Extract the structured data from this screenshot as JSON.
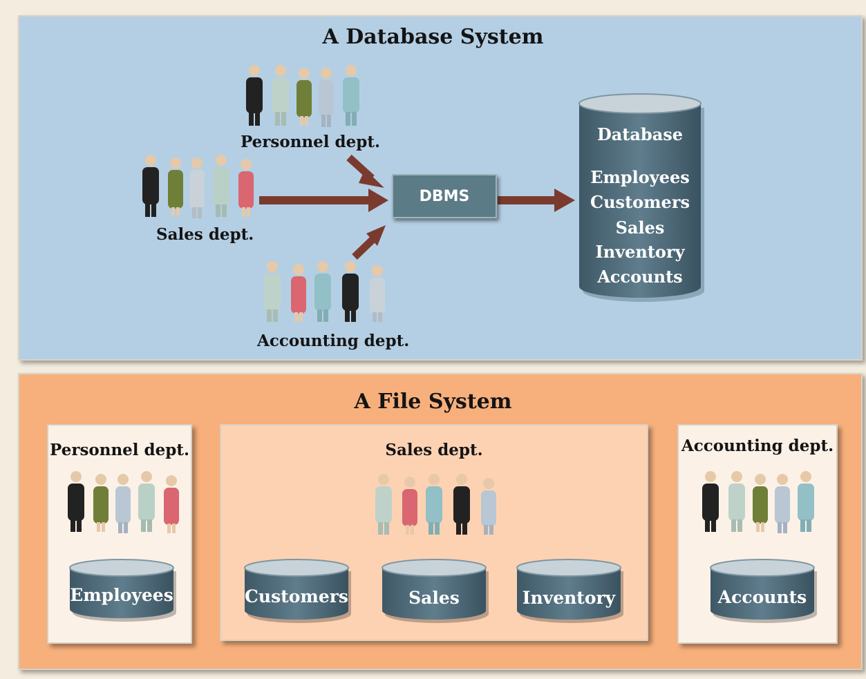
{
  "database_system": {
    "title": "A Database System",
    "personnel_label": "Personnel dept.",
    "sales_label": "Sales dept.",
    "accounting_label": "Accounting dept.",
    "dbms_label": "DBMS",
    "database": {
      "heading": "Database",
      "tables": [
        "Employees",
        "Customers",
        "Sales",
        "Inventory",
        "Accounts"
      ]
    }
  },
  "file_system": {
    "title": "A File System",
    "personnel": {
      "label": "Personnel dept.",
      "files": [
        "Employees"
      ]
    },
    "sales": {
      "label": "Sales dept.",
      "files": [
        "Customers",
        "Sales",
        "Inventory"
      ]
    },
    "accounting": {
      "label": "Accounting dept.",
      "files": [
        "Accounts"
      ]
    }
  },
  "colors": {
    "db_panel": "#b4cfe4",
    "fs_panel": "#f7b07c",
    "arrow": "#7a3b2e",
    "cylinder": "#4f6b7a"
  },
  "icons": [
    "person-icon",
    "database-cylinder-icon",
    "arrow-icon"
  ]
}
